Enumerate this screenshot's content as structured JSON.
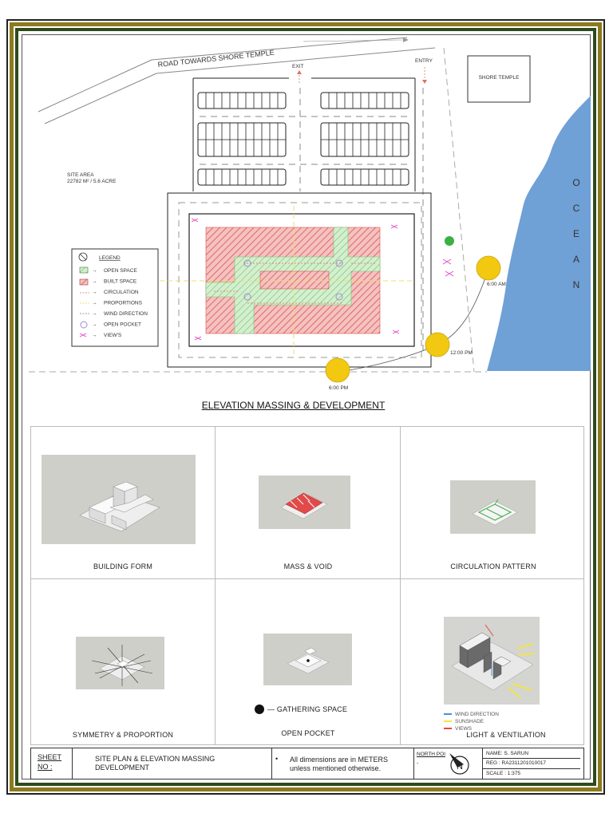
{
  "site_plan": {
    "road_label": "ROAD TOWARDS SHORE TEMPLE",
    "exit_label": "EXIT",
    "entry_label": "ENTRY",
    "shore_temple_label": "SHORE TEMPLE",
    "site_area_line1": "SITE AREA",
    "site_area_line2": "22782 M² / 5.6 ACRE",
    "ocean_letters": [
      "O",
      "C",
      "E",
      "A",
      "N"
    ],
    "sun_labels": {
      "morning": "6:00 AM",
      "noon": "12:00 PM",
      "evening": "6:00 PM"
    },
    "legend": {
      "title": "LEGEND",
      "items": [
        "OPEN SPACE",
        "BUILT SPACE",
        "CIRCULATION",
        "PROPORTIONS",
        "WIND DIRECTION",
        "OPEN POCKET",
        "VIEW'S"
      ]
    },
    "colors": {
      "ocean": "#6fa0d6",
      "built": "#d9534f",
      "open": "#7cc576",
      "sun": "#f2c811",
      "views": "#e040c0"
    }
  },
  "section_title": "ELEVATION MASSING & DEVELOPMENT",
  "panels": {
    "building_form": "BUILDING FORM",
    "mass_void": "MASS & VOID",
    "circulation_pattern": "CIRCULATION PATTERN",
    "symmetry": "SYMMETRY  & PROPORTION",
    "open_pocket": "OPEN POCKET",
    "light_ventilation": "LIGHT & VENTILATION",
    "gathering_space": "— GATHERING SPACE",
    "lv_legend": [
      "WIND DIRECTION",
      "SUNSHADE",
      "VIEWS"
    ]
  },
  "title_block": {
    "sheet_line1": "SHEET",
    "sheet_line2": "NO :",
    "title_line1": "SITE PLAN & ELEVATION MASSING",
    "title_line2": "DEVELOPMENT",
    "note_bullet": "•",
    "note_line1": "All dimensions are in METERS",
    "note_line2": "unless mentioned otherwise.",
    "north_point": "NORTH POI",
    "north_dash": "-",
    "name": "NAME:  S. SARUN",
    "reg": "REG : RA2311201010017",
    "scale": "SCALE : 1:375"
  }
}
